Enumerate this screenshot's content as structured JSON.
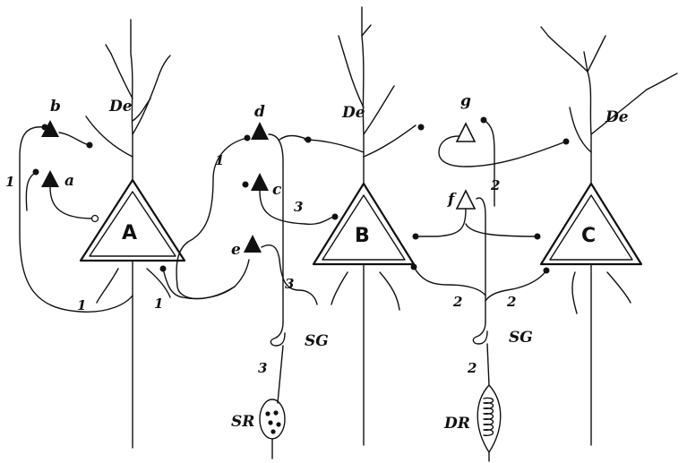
{
  "cells": {
    "A": "A",
    "B": "B",
    "C": "C"
  },
  "small_cells": {
    "a": "a",
    "b": "b",
    "c": "c",
    "d": "d",
    "e": "e",
    "f": "f",
    "g": "g"
  },
  "dendrite_label": "De",
  "ganglia": {
    "sg": "SG",
    "sr": "SR",
    "dr": "DR"
  },
  "pathway_numbers": {
    "one": "1",
    "two": "2",
    "three": "3"
  },
  "colors": {
    "ink": "#111111",
    "paper": "#ffffff"
  }
}
